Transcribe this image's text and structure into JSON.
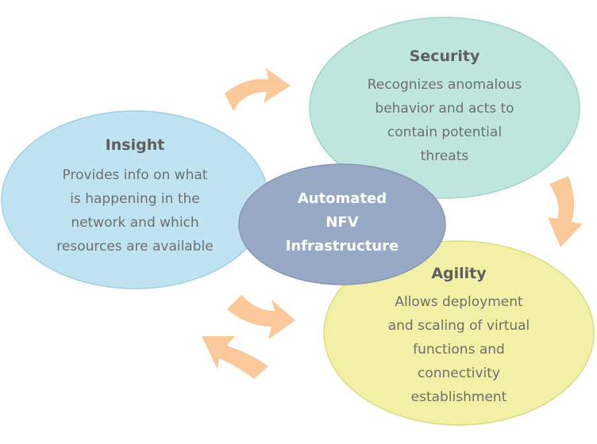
{
  "diagram": {
    "center": {
      "lines": [
        "Automated",
        "NFV",
        "Infrastructure"
      ]
    },
    "nodes": {
      "security": {
        "title": "Security",
        "lines": [
          "Recognizes anomalous",
          "behavior and acts to",
          "contain potential",
          "threats"
        ]
      },
      "insight": {
        "title": "Insight",
        "lines": [
          "Provides info on what",
          "is happening in the",
          "network and which",
          "resources are available"
        ]
      },
      "agility": {
        "title": "Agility",
        "lines": [
          "Allows deployment",
          "and scaling of virtual",
          "functions and",
          "connectivity",
          "establishment"
        ]
      }
    },
    "colors": {
      "security": "#bfe6de",
      "insight": "#bfe3f1",
      "agility": "#f2f0a6",
      "center": "#97a9c4",
      "arrow": "#fbc89a"
    }
  }
}
